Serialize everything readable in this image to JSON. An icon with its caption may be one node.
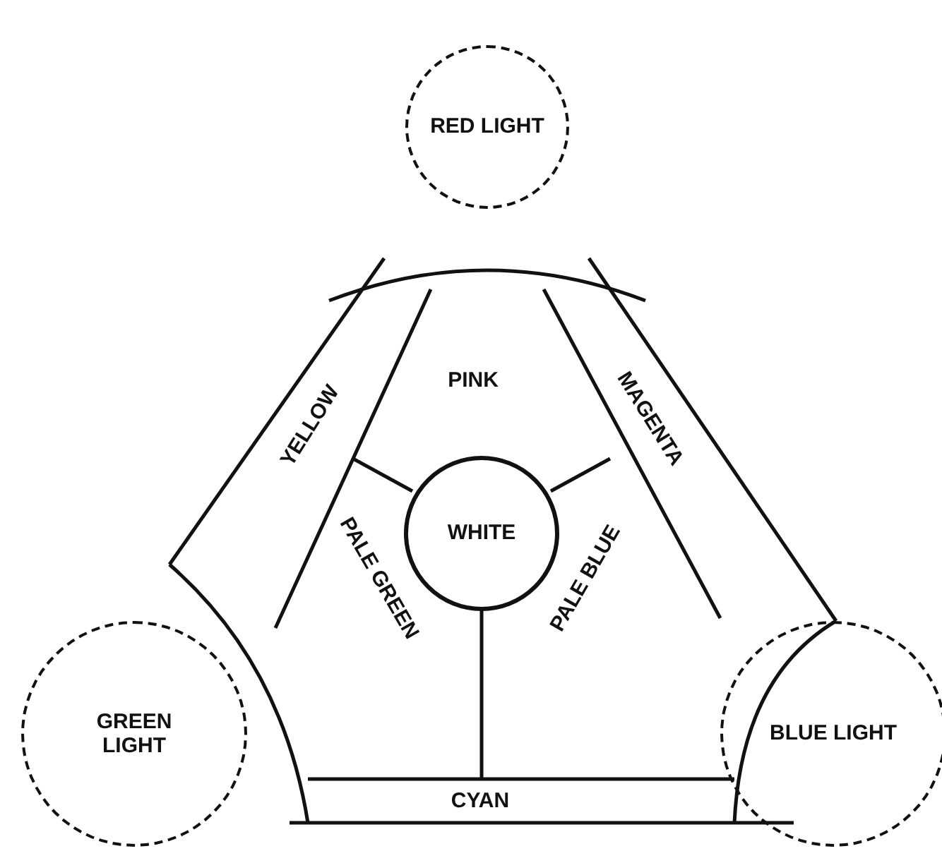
{
  "diagram": {
    "nodes": [
      {
        "text": [
          "RED LIGHT"
        ]
      },
      {
        "text": [
          "YELLOW"
        ]
      },
      {
        "text": [
          "PINK"
        ]
      },
      {
        "text": [
          "MAGENTA"
        ]
      },
      {
        "text": [
          "WHITE"
        ]
      },
      {
        "text": [
          "PALE GREEN"
        ]
      },
      {
        "text": [
          "PALE BLUE"
        ]
      },
      {
        "text": [
          "GREEN LIGHT"
        ]
      },
      {
        "text": [
          "CYAN"
        ]
      },
      {
        "text": [
          "BLUE LIGHT"
        ]
      }
    ]
  }
}
